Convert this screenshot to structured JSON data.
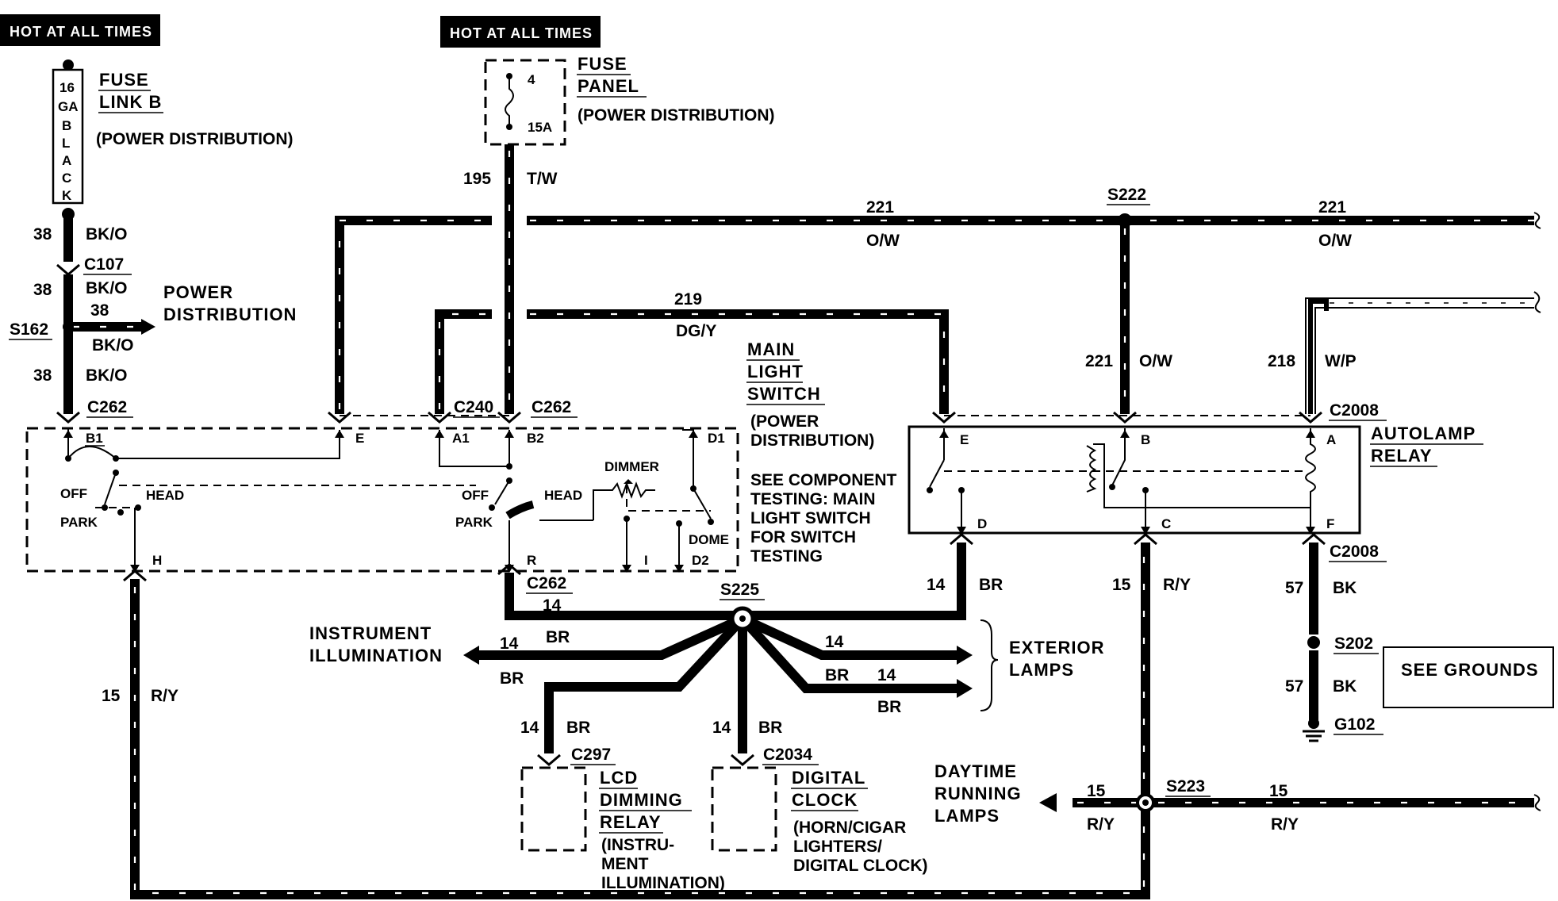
{
  "headers": {
    "left": "HOT AT ALL TIMES",
    "center": "HOT AT ALL TIMES"
  },
  "fuse_link": {
    "title1": "FUSE",
    "title2": "LINK B",
    "sub": "(POWER DISTRIBUTION)",
    "chars": [
      "16",
      "GA",
      "B",
      "L",
      "A",
      "C",
      "K"
    ]
  },
  "fuse_panel": {
    "title1": "FUSE",
    "title2": "PANEL",
    "sub": "(POWER DISTRIBUTION)",
    "fuse_no": "4",
    "rating": "15A"
  },
  "circuits": {
    "c38": "38",
    "bko": "BK/O",
    "c195": "195",
    "tw": "T/W",
    "c221": "221",
    "ow": "O/W",
    "c219": "219",
    "dgy": "DG/Y",
    "c218": "218",
    "wp": "W/P",
    "c14": "14",
    "br": "BR",
    "c15": "15",
    "ry": "R/Y",
    "c57": "57",
    "bk": "BK"
  },
  "connectors": {
    "c107": "C107",
    "c262": "C262",
    "c240": "C240",
    "c2008": "C2008",
    "c297": "C297",
    "c2034": "C2034"
  },
  "splices": {
    "s162": "S162",
    "s222": "S222",
    "s225": "S225",
    "s223": "S223",
    "s202": "S202",
    "g102": "G102"
  },
  "power_distribution": {
    "line1": "POWER",
    "line2": "DISTRIBUTION"
  },
  "main_switch": {
    "title1": "MAIN",
    "title2": "LIGHT",
    "title3": "SWITCH",
    "sub1": "(POWER",
    "sub2": "DISTRIBUTION)",
    "see1": "SEE COMPONENT",
    "see2": "TESTING: MAIN",
    "see3": "LIGHT SWITCH",
    "see4": "FOR SWITCH",
    "see5": "TESTING",
    "pins": {
      "b1": "B1",
      "e": "E",
      "a1": "A1",
      "b2": "B2",
      "d1": "D1",
      "h": "H",
      "r": "R",
      "i": "I",
      "d2": "D2"
    },
    "positions": {
      "off": "OFF",
      "head": "HEAD",
      "park": "PARK",
      "dimmer": "DIMMER",
      "dome": "DOME"
    }
  },
  "autolamp": {
    "title1": "AUTOLAMP",
    "title2": "RELAY",
    "pins": {
      "e": "E",
      "b": "B",
      "a": "A",
      "d": "D",
      "c": "C",
      "f": "F"
    }
  },
  "loads": {
    "instrument1": "INSTRUMENT",
    "instrument2": "ILLUMINATION",
    "exterior1": "EXTERIOR",
    "exterior2": "LAMPS",
    "daytime1": "DAYTIME",
    "daytime2": "RUNNING",
    "daytime3": "LAMPS",
    "see_grounds": "SEE GROUNDS",
    "lcd1": "LCD",
    "lcd2": "DIMMING",
    "lcd3": "RELAY",
    "lcd_sub1": "(INSTRU-",
    "lcd_sub2": "MENT",
    "lcd_sub3": "ILLUMINATION)",
    "clock1": "DIGITAL",
    "clock2": "CLOCK",
    "clock_sub1": "(HORN/CIGAR",
    "clock_sub2": "LIGHTERS/",
    "clock_sub3": "DIGITAL CLOCK)"
  }
}
